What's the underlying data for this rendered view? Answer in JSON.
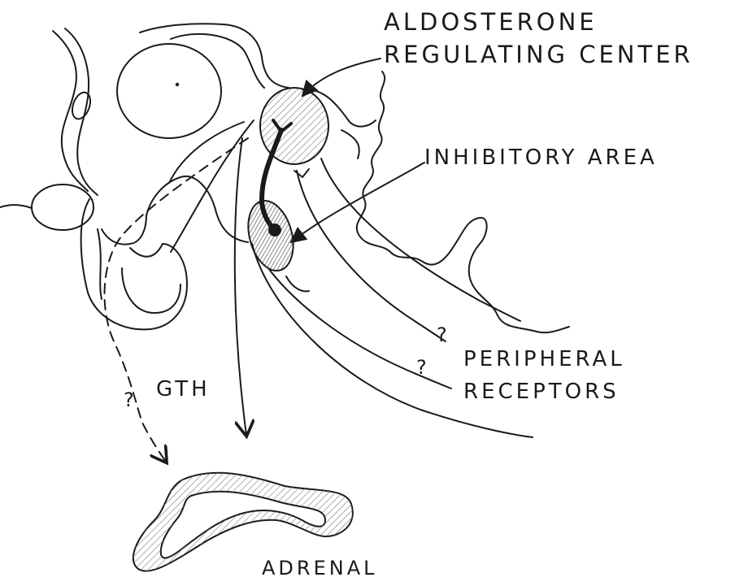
{
  "labels": {
    "aldosterone_line1": "ALDOSTERONE",
    "aldosterone_line2": "REGULATING CENTER",
    "inhibitory": "INHIBITORY AREA",
    "peripheral_line1": "PERIPHERAL",
    "peripheral_line2": "RECEPTORS",
    "gth": "GTH",
    "adrenal": "ADRENAL"
  },
  "question_marks": [
    "?",
    "?",
    "?"
  ],
  "colors": {
    "ink": "#1a1a1a",
    "paper": "#ffffff",
    "hatch": "#6a6a6a"
  }
}
